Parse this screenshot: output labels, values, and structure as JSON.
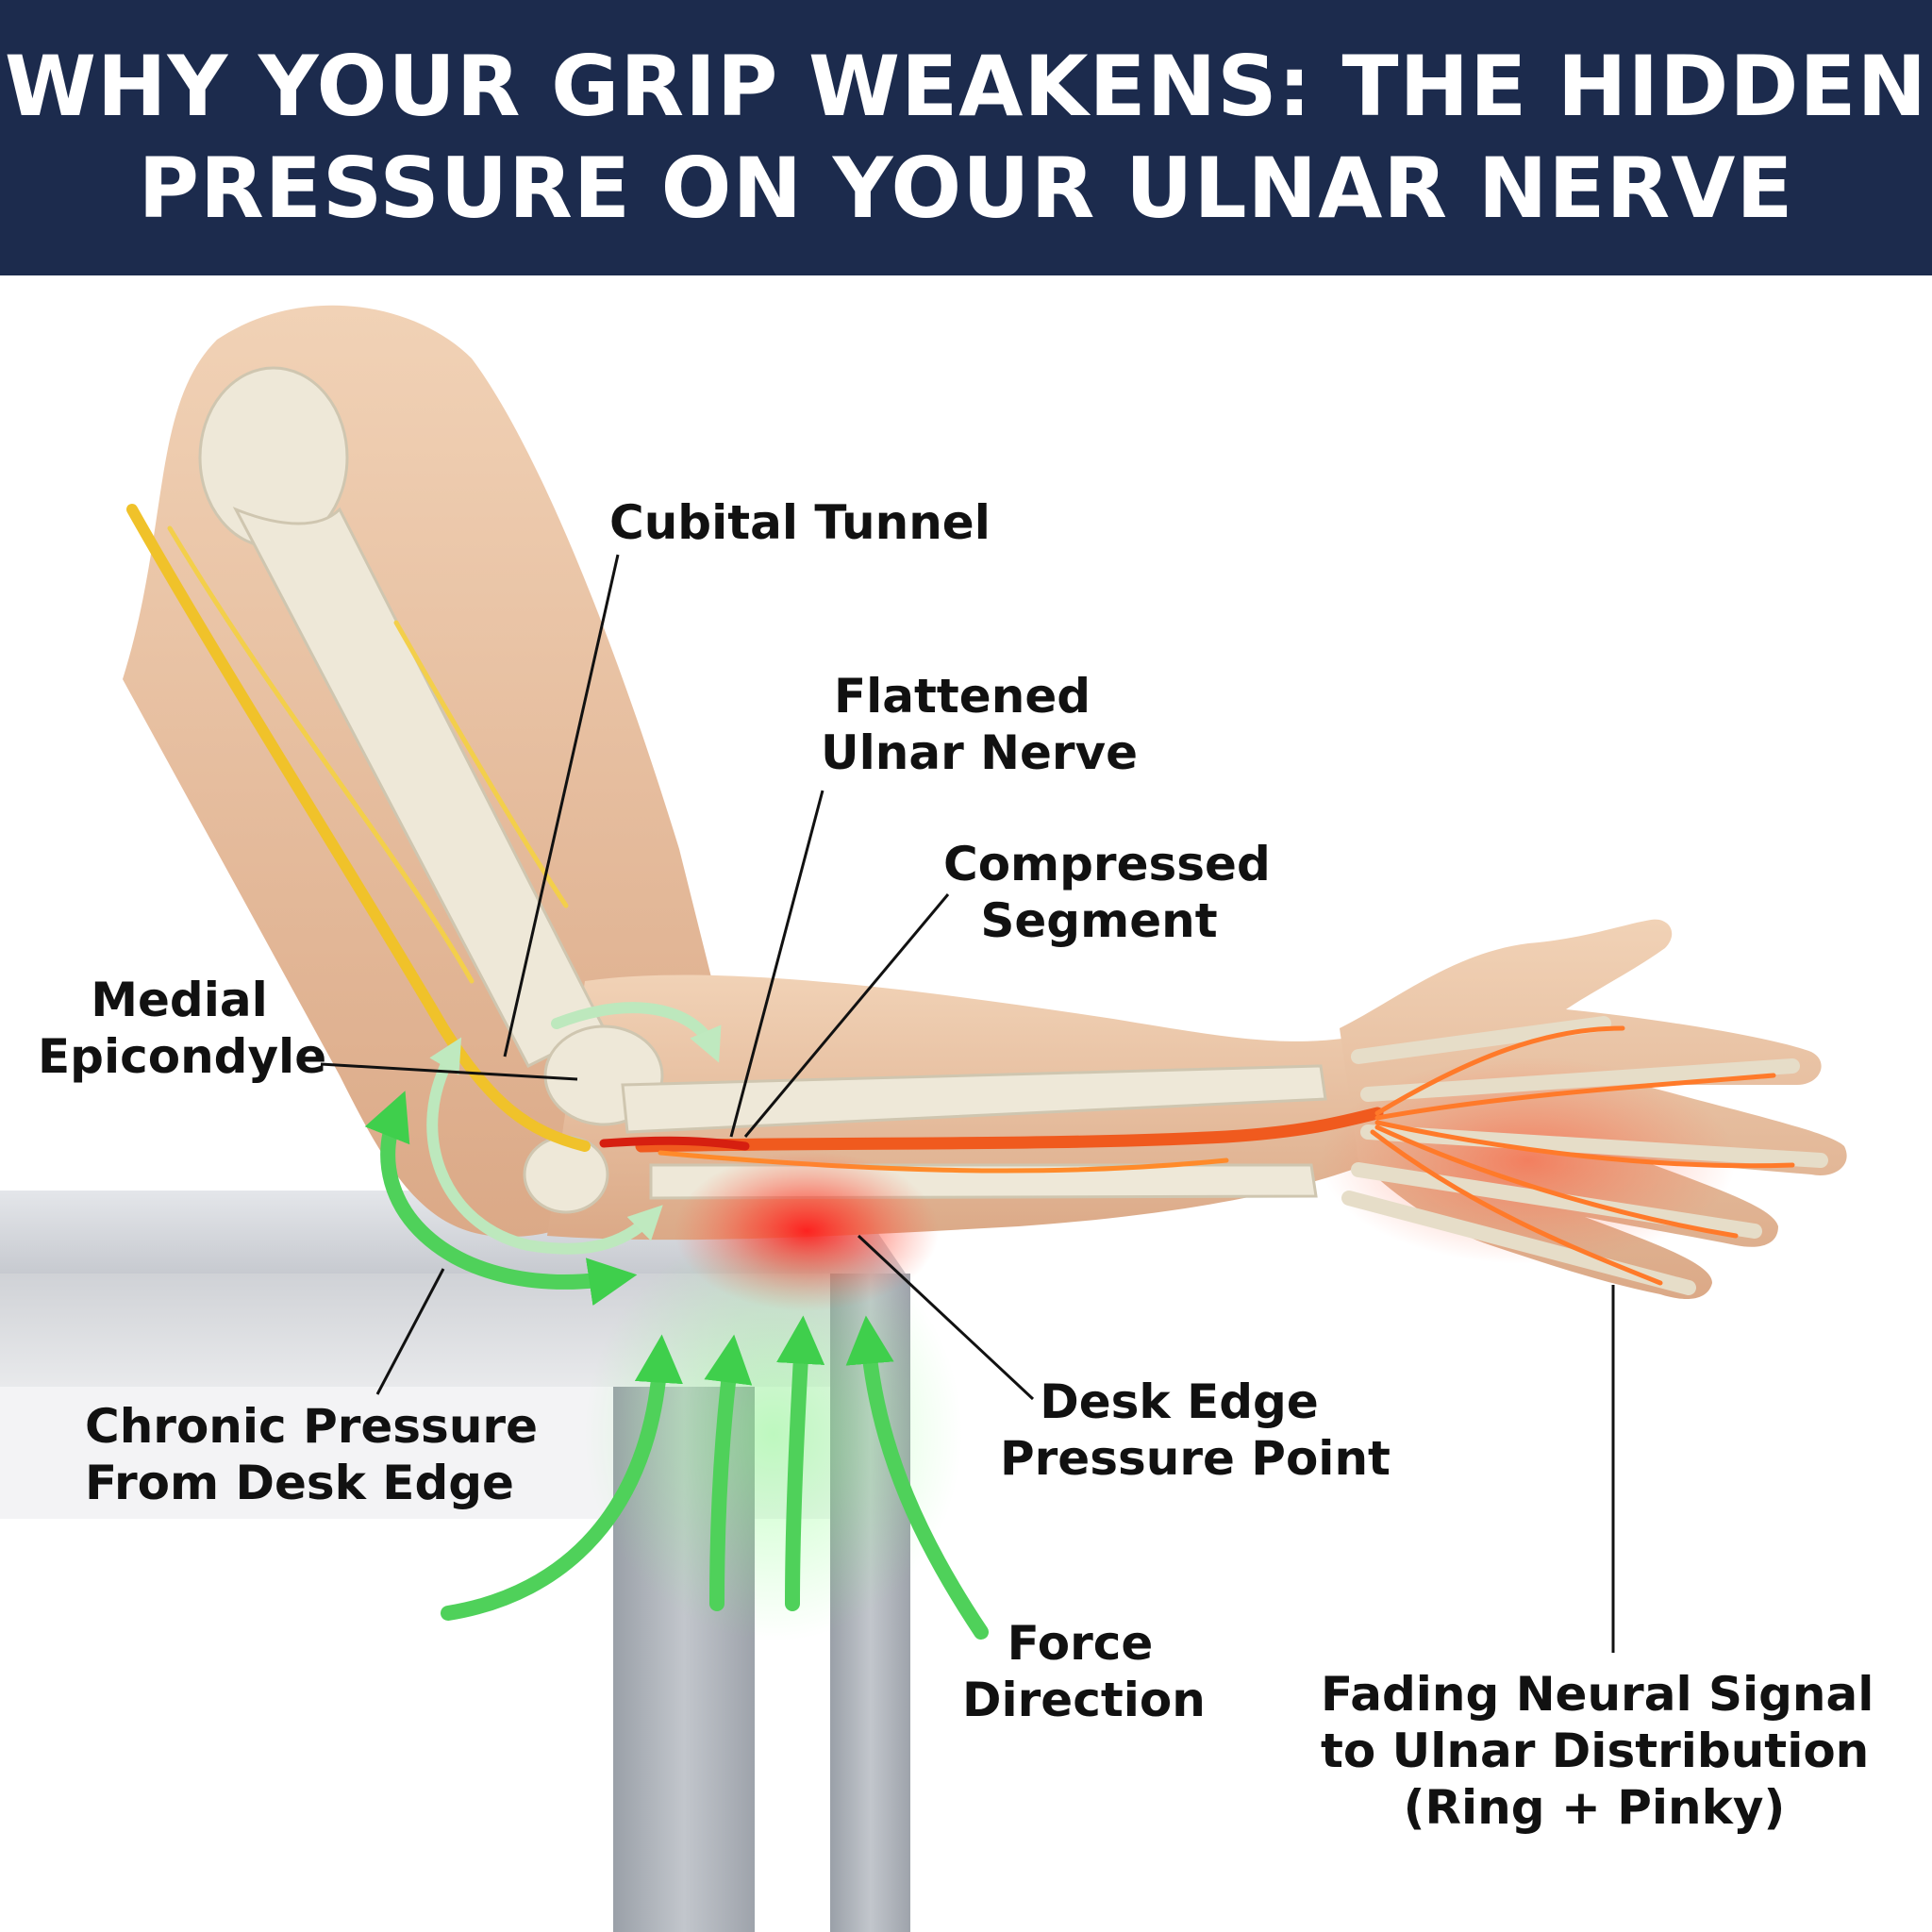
{
  "title": {
    "line1": "WHY YOUR GRIP WEAKENS: THE HIDDEN",
    "line2": "PRESSURE ON YOUR ULNAR NERVE"
  },
  "labels": {
    "cubital_tunnel": "Cubital Tunnel",
    "flattened_nerve": [
      "Flattened",
      "Ulnar Nerve"
    ],
    "compressed_segment": [
      "Compressed",
      "Segment"
    ],
    "medial_epicondyle": [
      "Medial",
      "Epicondyle"
    ],
    "chronic_pressure": [
      "Chronic Pressure",
      "From Desk Edge"
    ],
    "desk_edge_point": [
      "Desk Edge",
      "Pressure Point"
    ],
    "force_direction": [
      "Force",
      "Direction"
    ],
    "fading_signal": [
      "Fading Neural Signal",
      "to Ulnar Distribution",
      "(Ring + Pinky)"
    ]
  },
  "colors": {
    "banner": "#1c2b4d",
    "skin": "#eac3a3",
    "bone": "#ece6d6",
    "nerve_healthy": "#f2c62c",
    "nerve_compressed": "#f05a1e",
    "pressure_glow": "#ff2020",
    "arrow_green": "#4fd15a",
    "desk": "#b9bcc3"
  }
}
